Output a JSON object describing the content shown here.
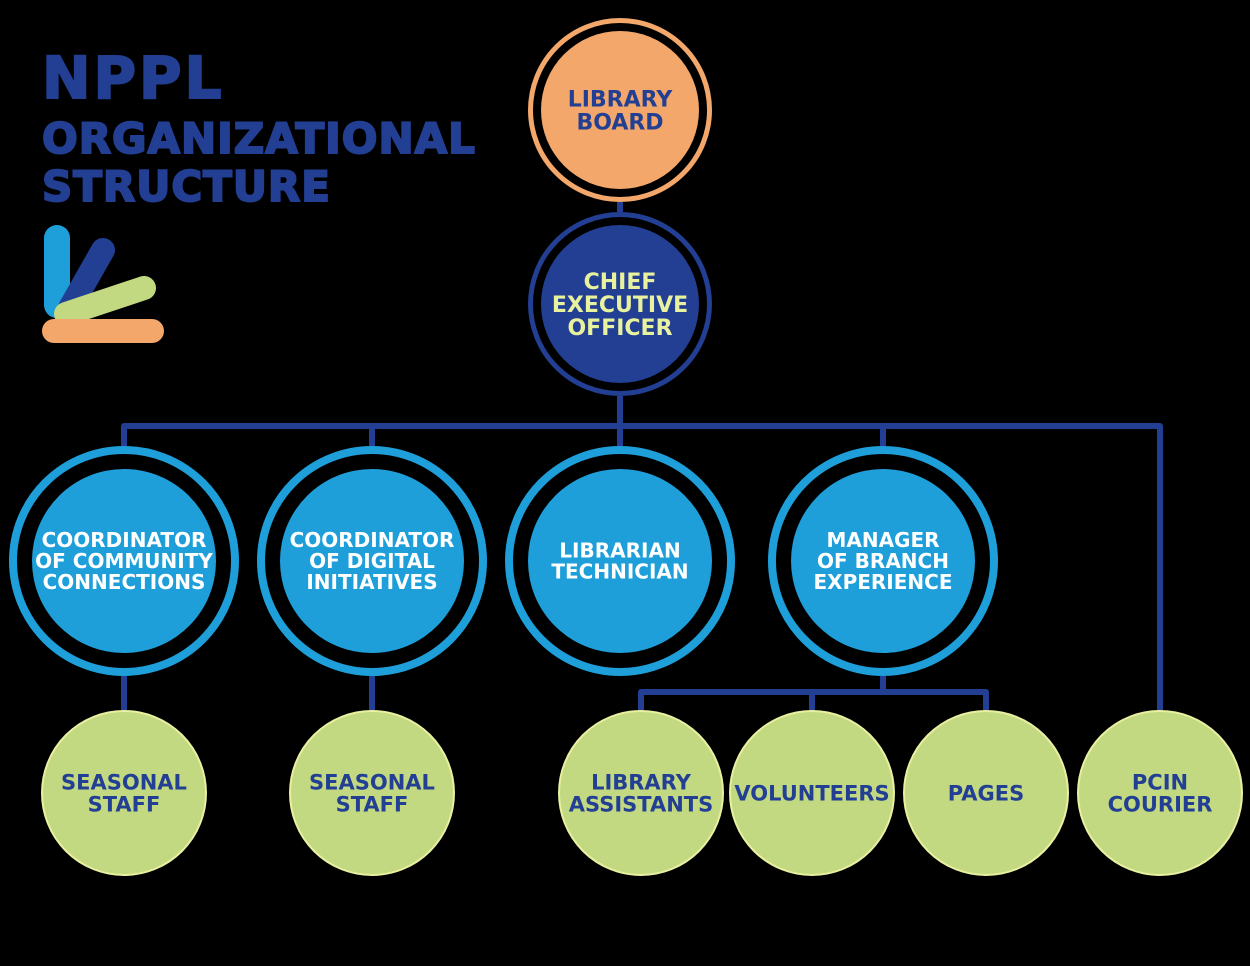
{
  "title": {
    "line1": "NPPL",
    "line2": "ORGANIZATIONAL",
    "line3": "STRUCTURE"
  },
  "colors": {
    "background": "#000000",
    "navy": "#223f93",
    "blue": "#1e9fd9",
    "orange": "#f3a76a",
    "green": "#c2d982",
    "lime_text": "#e8f29e"
  },
  "logo": {
    "icon": "nppl-logo-icon"
  },
  "nodes": [
    {
      "id": "board",
      "kind": "board",
      "lines": [
        "LIBRARY",
        "BOARD"
      ]
    },
    {
      "id": "ceo",
      "kind": "executive",
      "lines": [
        "CHIEF",
        "EXECUTIVE",
        "OFFICER"
      ]
    },
    {
      "id": "coord-community",
      "kind": "coordinator",
      "lines": [
        "COORDINATOR",
        "OF COMMUNITY",
        "CONNECTIONS"
      ]
    },
    {
      "id": "coord-digital",
      "kind": "coordinator",
      "lines": [
        "COORDINATOR",
        "OF DIGITAL",
        "INITIATIVES"
      ]
    },
    {
      "id": "librarian-tech",
      "kind": "coordinator",
      "lines": [
        "LIBRARIAN",
        "TECHNICIAN"
      ]
    },
    {
      "id": "manager-branch",
      "kind": "coordinator",
      "lines": [
        "MANAGER",
        "OF BRANCH",
        "EXPERIENCE"
      ]
    },
    {
      "id": "seasonal-1",
      "kind": "staff",
      "lines": [
        "SEASONAL",
        "STAFF"
      ]
    },
    {
      "id": "seasonal-2",
      "kind": "staff",
      "lines": [
        "SEASONAL",
        "STAFF"
      ]
    },
    {
      "id": "library-assistants",
      "kind": "staff",
      "lines": [
        "LIBRARY",
        "ASSISTANTS"
      ]
    },
    {
      "id": "volunteers",
      "kind": "staff",
      "lines": [
        "VOLUNTEERS"
      ]
    },
    {
      "id": "pages",
      "kind": "staff",
      "lines": [
        "PAGES"
      ]
    },
    {
      "id": "pcin-courier",
      "kind": "staff",
      "lines": [
        "PCIN",
        "COURIER"
      ]
    }
  ],
  "edges": [
    [
      "board",
      "ceo"
    ],
    [
      "ceo",
      "coord-community"
    ],
    [
      "ceo",
      "coord-digital"
    ],
    [
      "ceo",
      "librarian-tech"
    ],
    [
      "ceo",
      "manager-branch"
    ],
    [
      "ceo",
      "pcin-courier"
    ],
    [
      "coord-community",
      "seasonal-1"
    ],
    [
      "coord-digital",
      "seasonal-2"
    ],
    [
      "manager-branch",
      "library-assistants"
    ],
    [
      "manager-branch",
      "volunteers"
    ],
    [
      "manager-branch",
      "pages"
    ]
  ]
}
